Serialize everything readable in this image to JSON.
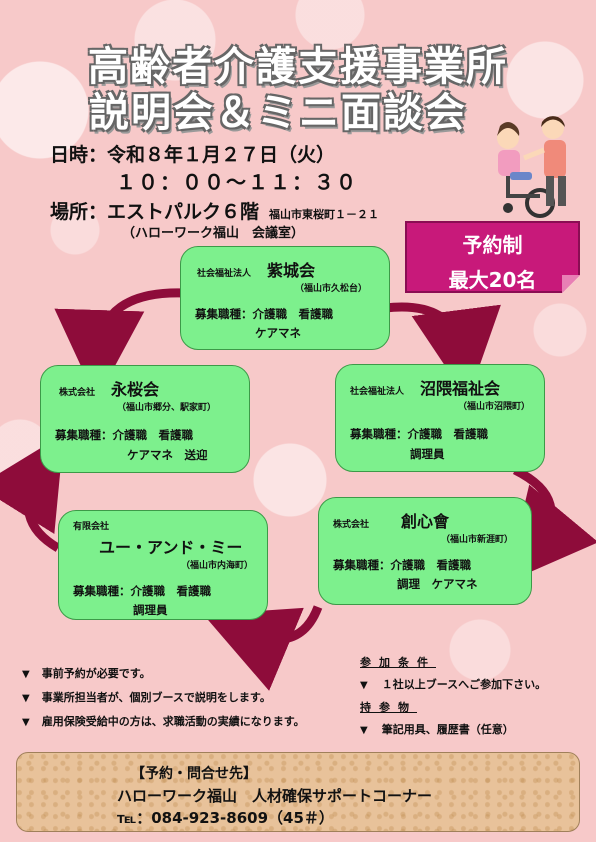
{
  "title": {
    "line1": "高齢者介護支援事業所",
    "line2": "説明会＆ミニ面談会"
  },
  "event": {
    "date": "日時：令和８年１月２７日（火）",
    "time": "１０：００～１１：３０",
    "place": "場所：エストパルク６階",
    "place_address": "福山市東桜町１－２１",
    "place_sub": "（ハローワーク福山　会議室）"
  },
  "reservation": {
    "line1": "予約制",
    "line2": "最大20名"
  },
  "companies": [
    {
      "kind": "社会福祉法人",
      "name": "紫城会",
      "location": "（福山市久松台）",
      "jobs": "募集職種：介護職　看護職",
      "jobs2": "ケアマネ"
    },
    {
      "kind": "株式会社",
      "name": "永桜会",
      "location": "（福山市郷分、駅家町）",
      "jobs": "募集職種：介護職　看護職",
      "jobs2": "ケアマネ　送迎"
    },
    {
      "kind": "社会福祉法人",
      "name": "沼隈福祉会",
      "location": "（福山市沼隈町）",
      "jobs": "募集職種：介護職　看護職",
      "jobs2": "調理員"
    },
    {
      "kind": "有限会社",
      "name": "ユー・アンド・ミー",
      "location": "（福山市内海町）",
      "jobs": "募集職種：介護職　看護職",
      "jobs2": "調理員"
    },
    {
      "kind": "株式会社",
      "name": "創心會",
      "location": "（福山市新涯町）",
      "jobs": "募集職種：介護職　看護職",
      "jobs2": "調理　ケアマネ"
    }
  ],
  "notes": [
    "事前予約が必要です。",
    "事業所担当者が、個別ブースで説明をします。",
    "雇用保険受給中の方は、求職活動の実績になります。"
  ],
  "conditions": {
    "heading": "参加条件",
    "item": "１社以上ブースへご参加下さい。",
    "bring_heading": "持参物",
    "bring_item": "筆記用具、履歴書（任意）"
  },
  "contact": {
    "label": "【予約・問合せ先】",
    "org": "ハローワーク福山　人材確保サポートコーナー",
    "tel": "℡：084-923-8609（45＃）"
  },
  "colors": {
    "background": "#f7c9c9",
    "card": "#7df08d",
    "accent": "#c8197a",
    "arrow": "#8e0c3a"
  },
  "icons": [
    "caregiver-wheelchair-illustration",
    "triangle-bullet-icon",
    "curved-arrow-icon"
  ]
}
